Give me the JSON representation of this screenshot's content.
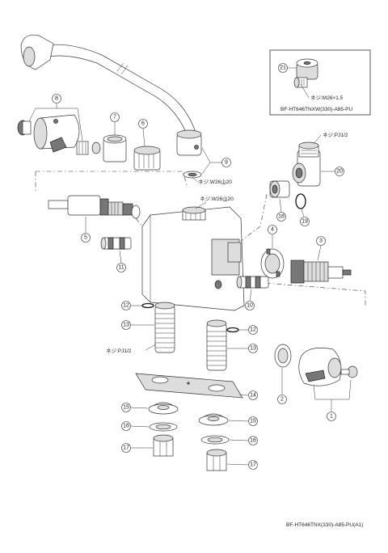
{
  "callouts": [
    "1",
    "2",
    "3",
    "4",
    "5",
    "6",
    "7",
    "8",
    "9",
    "10",
    "11",
    "12",
    "13",
    "14",
    "15",
    "16",
    "17",
    "18",
    "19",
    "20",
    "21"
  ],
  "notes": {
    "inset_thread": "ネジ:M26×1.5",
    "hose_thread": "ネジ:W26山20",
    "body_thread": "ネジ:W26山20",
    "elbow_thread": "ネジ:PJ1/2",
    "shank_thread": "ネジ:PJ1/2"
  },
  "codes": {
    "inset": "BF-HT646TNXW(330)-A85-PU",
    "main": "BF-HT646TNX(330)-A85-PU(A1)"
  }
}
